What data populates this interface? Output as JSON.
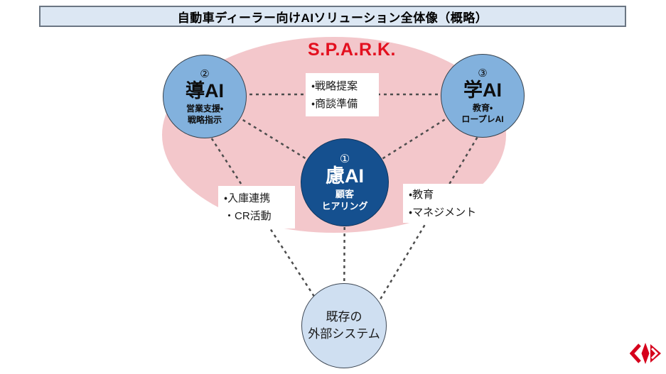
{
  "title": {
    "text": "自動車ディーラー向けAIソリューション全体像（概略）"
  },
  "spark": {
    "label": "S.P.A.R.K."
  },
  "nodes": {
    "ryo": {
      "number": "①",
      "name": "慮AI",
      "desc_line1": "顧客",
      "desc_line2": "ヒアリング"
    },
    "dou": {
      "number": "②",
      "name": "導AI",
      "desc_line1": "営業支援・",
      "desc_line2": "戦略指示"
    },
    "gaku": {
      "number": "③",
      "name": "学AI",
      "desc_line1": "教育・",
      "desc_line2": "ロープレAI"
    },
    "external": {
      "name_line1": "既存の",
      "name_line2": "外部システム"
    }
  },
  "callouts": {
    "center": {
      "line1": "・戦略提案",
      "line2": "・商談準備"
    },
    "left": {
      "line1": "・入庫連携",
      "line2": "・CR活動"
    },
    "right": {
      "line1": "・教育",
      "line2": "・マネジメント"
    }
  },
  "icons": {
    "brand-logo-icon": "red emblem: left chevron, vertical diamond, right arrowhead"
  },
  "colors": {
    "title_bar_bg": "#dce7f3",
    "title_bar_border": "#6b7683",
    "ellipse_pink": "#f3c7cb",
    "node_light_blue": "#82b1dd",
    "node_dark_blue": "#15508f",
    "node_pale_blue": "#cfdff1",
    "spark_red": "#e3101f",
    "dashed_line_gray": "#4d4d4d",
    "logo_red": "#d6001c"
  }
}
